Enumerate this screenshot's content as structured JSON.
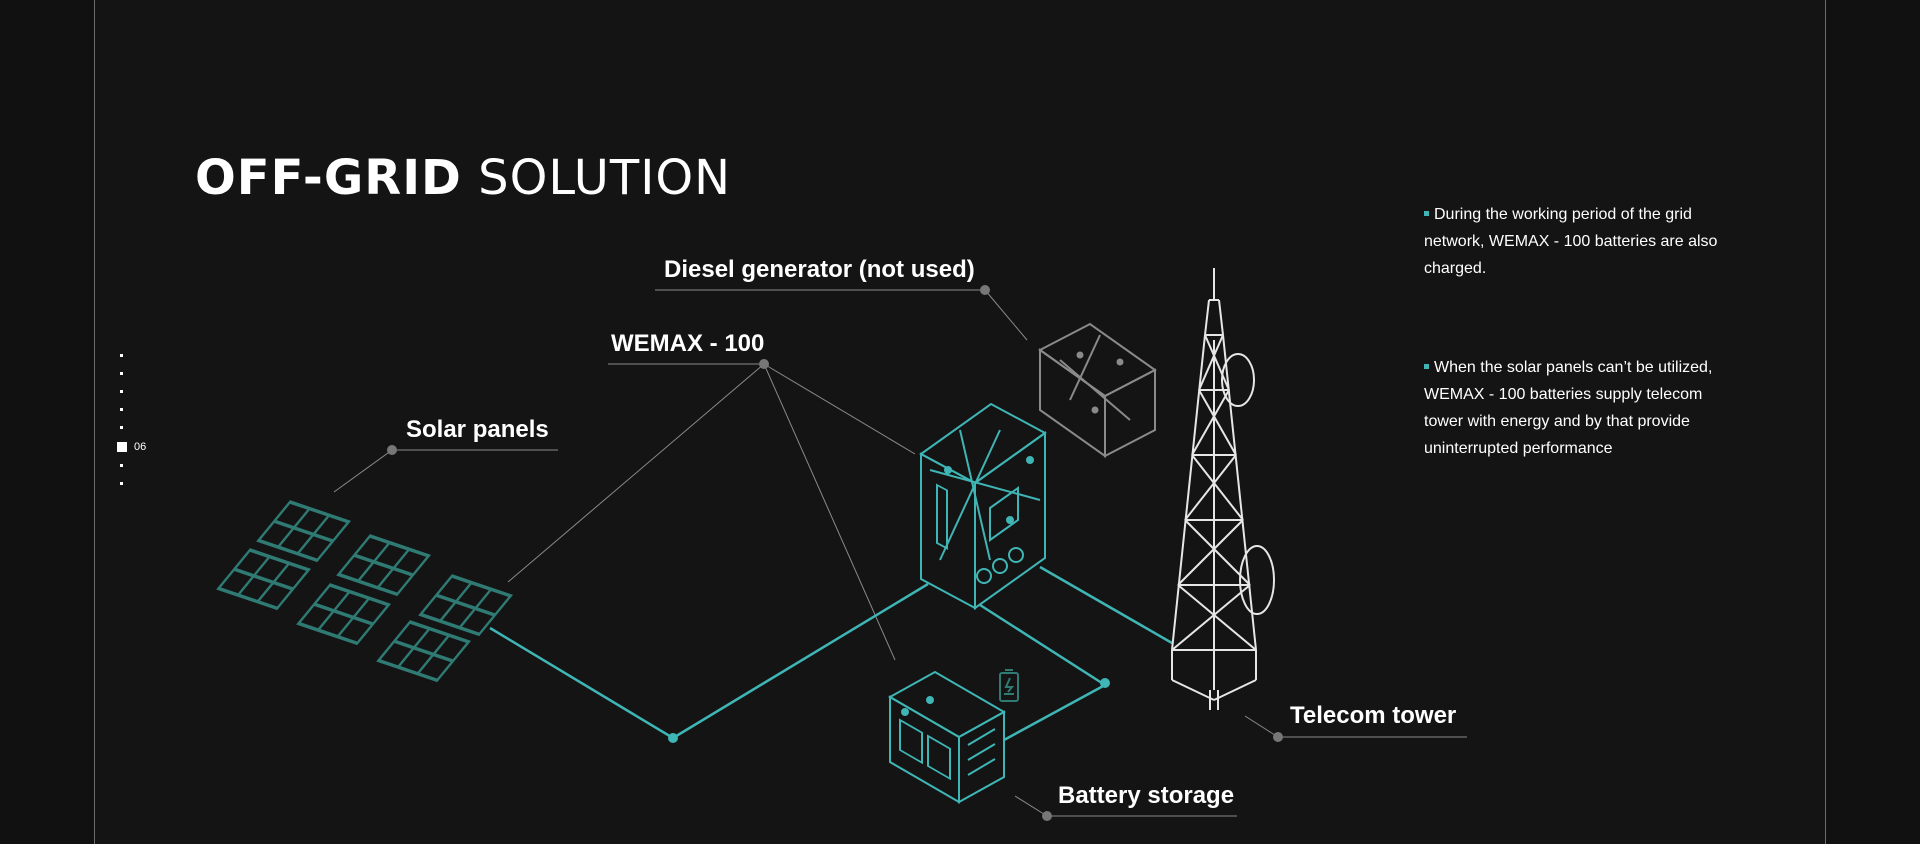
{
  "slide": {
    "title_bold": "OFF-GRID",
    "title_light": "SOLUTION",
    "current_page": "06"
  },
  "labels": {
    "diesel": "Diesel generator (not used)",
    "wemax": "WEMAX - 100",
    "solar": "Solar panels",
    "telecom": "Telecom tower",
    "battery": "Battery storage"
  },
  "notes": [
    "During the working period of the grid network, WEMAX - 100 batteries are also charged.",
    "When the solar panels can’t be utilized, WEMAX - 100 batteries supply telecom tower with energy and by that provide uninterrupted performance"
  ],
  "colors": {
    "background": "#141414",
    "accent": "#3fb5b5",
    "outline": "#cccccc"
  }
}
